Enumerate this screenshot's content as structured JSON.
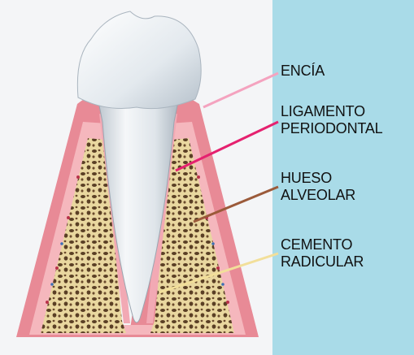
{
  "colors": {
    "panel_bg": "#a9dbe8",
    "gum": "#e88a96",
    "gum_light": "#f5b7bd",
    "bone": "#e9d79f",
    "tooth": "#e6ebef",
    "leader_encia": "#f4a3bf",
    "leader_ligamento": "#e5216f",
    "leader_hueso": "#9b5a3a",
    "leader_cemento": "#f2df9a"
  },
  "labels": {
    "encia": [
      "ENCÍA"
    ],
    "ligamento": [
      "LIGAMENTO",
      "PERIODONTAL"
    ],
    "hueso": [
      "HUESO",
      "ALVEOLAR"
    ],
    "cemento": [
      "CEMENTO",
      "RADICULAR"
    ]
  }
}
